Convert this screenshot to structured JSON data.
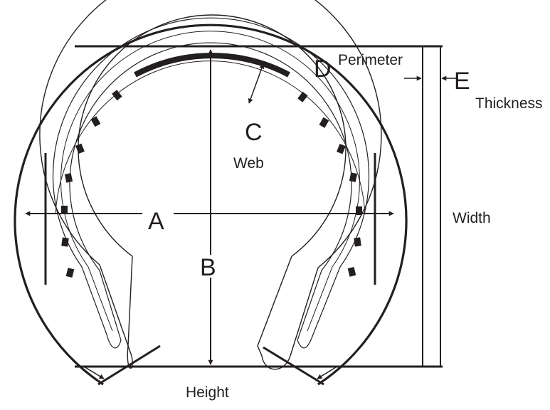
{
  "labels": {
    "a": "A",
    "b": "B",
    "c": "C",
    "d": "D",
    "e": "E",
    "perimeter": "Perimeter",
    "thickness": "Thickness",
    "web": "Web",
    "width": "Width",
    "height": "Height"
  },
  "colors": {
    "ink": "#231f20",
    "background": "#ffffff"
  }
}
